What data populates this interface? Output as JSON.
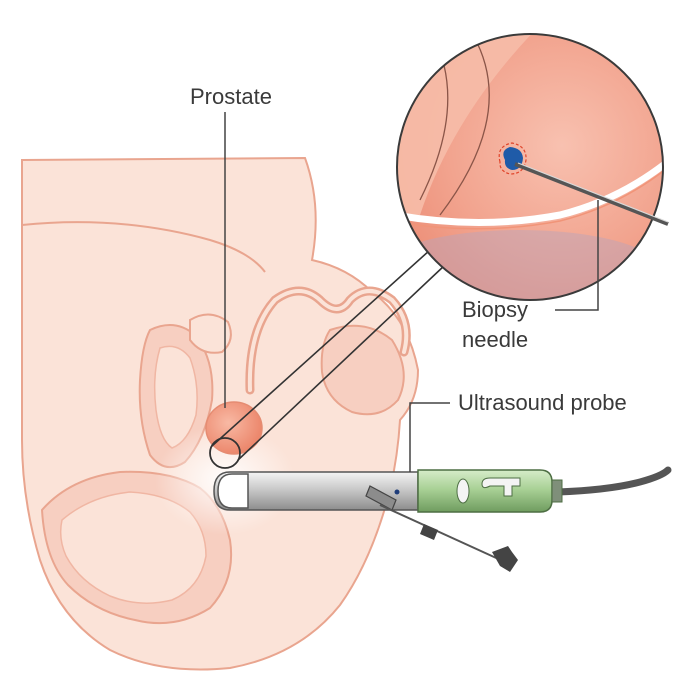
{
  "labels": {
    "prostate": "Prostate",
    "biopsy_needle_line1": "Biopsy",
    "biopsy_needle_line2": "needle",
    "ultrasound_probe": "Ultrasound probe"
  },
  "colors": {
    "skin": "#fbe3d8",
    "skin_outline": "#e9a58f",
    "inner_tissue": "#f7cfc1",
    "prostate": "#f19478",
    "magnifier_fill": "#f3a38e",
    "probe_green": "#9fc98c",
    "probe_silver": "#b8b8b8",
    "cable": "#555555",
    "leader_line": "#444444",
    "biopsy_spot": "#1f5ba8"
  }
}
